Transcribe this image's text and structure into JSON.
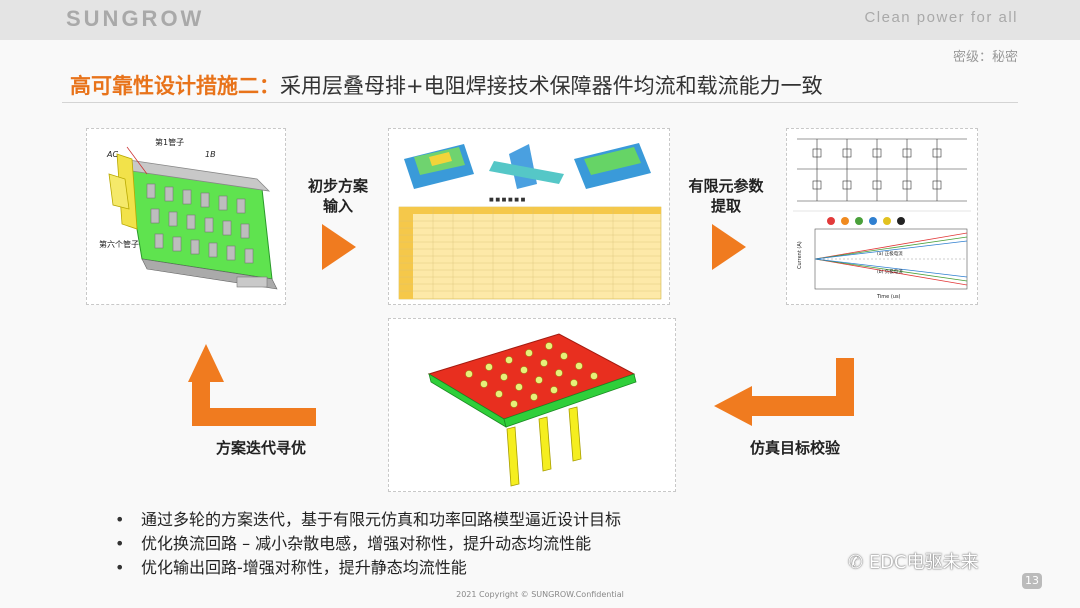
{
  "header": {
    "logo": "SUNGROW",
    "slogan": "Clean power for all",
    "classification": "密级：秘密"
  },
  "title": {
    "highlight": "高可靠性设计措施二：",
    "rest": "采用层叠母排+电阻焊接技术保障器件均流和载流能力一致"
  },
  "flow": {
    "step1_line1": "初步方案",
    "step1_line2": "输入",
    "step2_line1": "有限元参数",
    "step2_line2": "提取",
    "step3": "仿真目标校验",
    "step4": "方案迭代寻优"
  },
  "panel1": {
    "label_top": "第1管子",
    "label_ac": "AC",
    "label_ab": "1B",
    "label_bottom": "第六个管子"
  },
  "panel3": {
    "legend": "(a) 正极电流",
    "legend2": "(b) 负极电流",
    "xlabel": "Time (us)",
    "ylabel": "Current (A)"
  },
  "bullets": [
    "通过多轮的方案迭代，基于有限元仿真和功率回路模型逼近设计目标",
    "优化换流回路 – 减小杂散电感，增强对称性，提升动态均流性能",
    "优化输出回路-增强对称性，提升静态均流性能"
  ],
  "bullet_marker": "•",
  "footer": {
    "copyright": "2021 Copyright © SUNGROW.Confidential",
    "watermark": "EDC电驱未来",
    "page": "13"
  },
  "colors": {
    "accent": "#e8731a",
    "arrow": "#f07b1f"
  }
}
